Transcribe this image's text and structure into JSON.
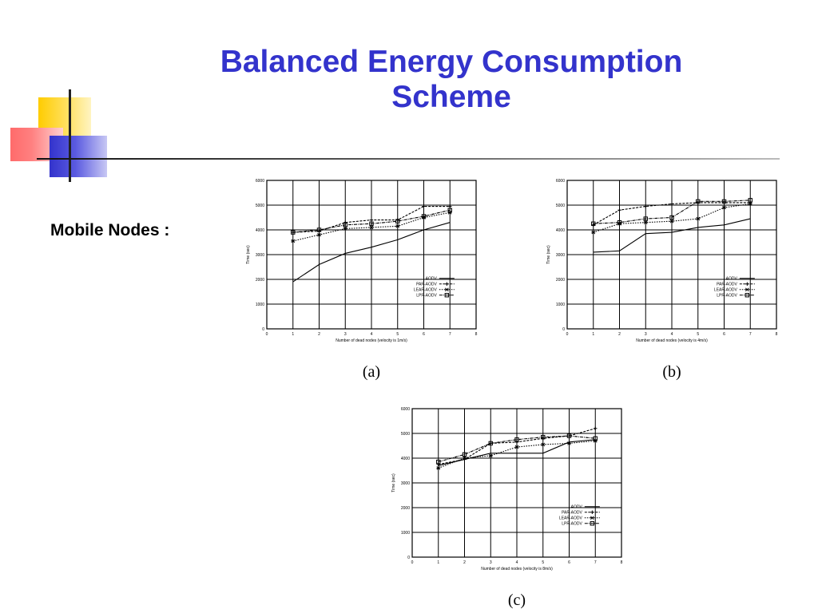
{
  "slide": {
    "title_line1": "Balanced Energy Consumption",
    "title_line2": "Scheme",
    "subtitle": "Mobile Nodes :"
  },
  "colors": {
    "title": "#3333cc",
    "line": "#000000"
  },
  "chart_data": [
    {
      "type": "line",
      "caption": "(a)",
      "xlabel": "Number of dead nodes (velocity is 1m/s)",
      "ylabel": "Time (sec)",
      "xlim": [
        0,
        8
      ],
      "ylim": [
        0,
        6000
      ],
      "xticks": [
        0,
        1,
        2,
        3,
        4,
        5,
        6,
        7,
        8
      ],
      "yticks": [
        0,
        1000,
        2000,
        3000,
        4000,
        5000,
        6000
      ],
      "grid": true,
      "legend_position": "lower-right",
      "x": [
        1,
        2,
        3,
        4,
        5,
        6,
        7
      ],
      "series": [
        {
          "name": "AODV",
          "values": [
            1900,
            2600,
            3050,
            3300,
            3600,
            4000,
            4300
          ],
          "marker": "none"
        },
        {
          "name": "PAR-AODV",
          "values": [
            3900,
            3950,
            4300,
            4400,
            4400,
            4950,
            4950
          ],
          "marker": "cross"
        },
        {
          "name": "LEAR-AODV",
          "values": [
            3550,
            3800,
            4050,
            4100,
            4150,
            4500,
            4700
          ],
          "marker": "star"
        },
        {
          "name": "LPR-AODV",
          "values": [
            3900,
            4000,
            4200,
            4250,
            4350,
            4550,
            4800
          ],
          "marker": "square"
        }
      ]
    },
    {
      "type": "line",
      "caption": "(b)",
      "xlabel": "Number of dead nodes (velocity is 4m/s)",
      "ylabel": "Time (sec)",
      "xlim": [
        0,
        8
      ],
      "ylim": [
        0,
        6000
      ],
      "xticks": [
        0,
        1,
        2,
        3,
        4,
        5,
        6,
        7,
        8
      ],
      "yticks": [
        0,
        1000,
        2000,
        3000,
        4000,
        5000,
        6000
      ],
      "grid": true,
      "legend_position": "lower-right",
      "x": [
        1,
        2,
        3,
        4,
        5,
        6,
        7
      ],
      "series": [
        {
          "name": "AODV",
          "values": [
            3100,
            3150,
            3850,
            3900,
            4100,
            4200,
            4450
          ],
          "marker": "none"
        },
        {
          "name": "PAR-AODV",
          "values": [
            4200,
            4800,
            4950,
            5050,
            5100,
            5100,
            5100
          ],
          "marker": "cross"
        },
        {
          "name": "LEAR-AODV",
          "values": [
            3900,
            4250,
            4300,
            4350,
            4450,
            4900,
            5050
          ],
          "marker": "star"
        },
        {
          "name": "LPR-AODV",
          "values": [
            4250,
            4300,
            4450,
            4500,
            5150,
            5150,
            5200
          ],
          "marker": "square"
        }
      ]
    },
    {
      "type": "line",
      "caption": "(c)",
      "xlabel": "Number of dead nodes (velocity is 8m/s)",
      "ylabel": "Time (sec)",
      "xlim": [
        0,
        8
      ],
      "ylim": [
        0,
        6000
      ],
      "xticks": [
        0,
        1,
        2,
        3,
        4,
        5,
        6,
        7,
        8
      ],
      "yticks": [
        0,
        1000,
        2000,
        3000,
        4000,
        5000,
        6000
      ],
      "grid": true,
      "legend_position": "lower-right",
      "x": [
        1,
        2,
        3,
        4,
        5,
        6,
        7
      ],
      "series": [
        {
          "name": "AODV",
          "values": [
            3700,
            3950,
            4200,
            4200,
            4200,
            4650,
            4750
          ],
          "marker": "none"
        },
        {
          "name": "PAR-AODV",
          "values": [
            3750,
            3950,
            4600,
            4650,
            4800,
            4900,
            5200
          ],
          "marker": "cross"
        },
        {
          "name": "LEAR-AODV",
          "values": [
            3600,
            4000,
            4100,
            4450,
            4550,
            4600,
            4700
          ],
          "marker": "star"
        },
        {
          "name": "LPR-AODV",
          "values": [
            3850,
            4150,
            4600,
            4750,
            4850,
            4900,
            4800
          ],
          "marker": "square"
        }
      ]
    }
  ]
}
